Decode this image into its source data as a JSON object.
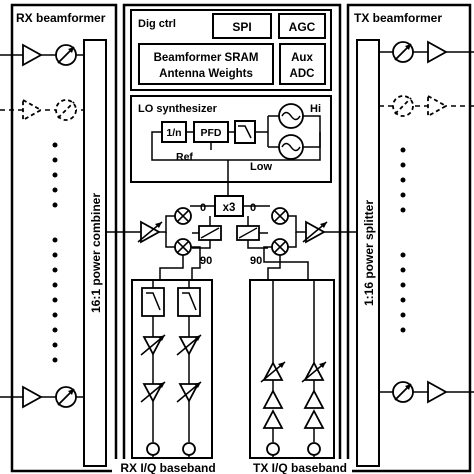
{
  "labels": {
    "rx_beamformer": "RX beamformer",
    "tx_beamformer": "TX beamformer",
    "dig_ctrl": "Dig ctrl",
    "spi": "SPI",
    "agc": "AGC",
    "sram_line1": "Beamformer SRAM",
    "sram_line2": "Antenna Weights",
    "aux_line1": "Aux",
    "aux_line2": "ADC",
    "lo_synth": "LO synthesizer",
    "hi": "Hi",
    "low": "Low",
    "div_n": "1/n",
    "pfd": "PFD",
    "ref": "Ref",
    "x3": "x3",
    "phase_0_left": "0",
    "phase_0_right": "0",
    "phase_90_left": "90",
    "phase_90_right": "90",
    "power_combiner": "16:1 power combiner",
    "power_splitter": "1:16 power splitter",
    "rx_iq": "RX I/Q baseband",
    "tx_iq": "TX I/Q baseband"
  },
  "icons": {
    "amplifier": "amplifier-triangle-icon",
    "phase_shifter": "phase-shifter-icon",
    "mixer": "mixer-icon",
    "oscillator": "vco-icon",
    "filter": "lowpass-filter-icon",
    "vga": "variable-gain-amplifier-icon",
    "port": "port-circle-icon"
  },
  "colors": {
    "stroke": "#000000",
    "background": "#ffffff"
  }
}
